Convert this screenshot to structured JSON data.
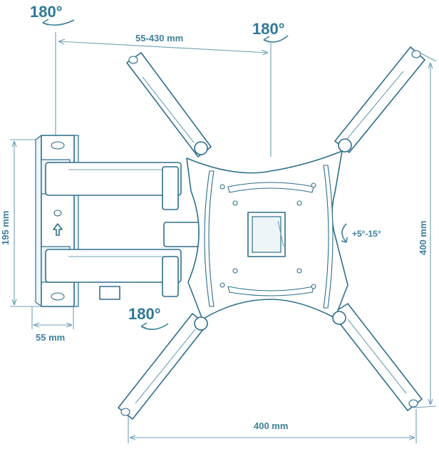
{
  "labels": {
    "rot_top_left": "180°",
    "rot_top_center": "180°",
    "rot_bottom_left": "180°",
    "arm_extension": "55-430 mm",
    "wall_plate_height": "195 mm",
    "wall_plate_depth": "55 mm",
    "vesa_height": "400 mm",
    "vesa_width": "400 mm",
    "tilt_range": "+5°-15°"
  },
  "colors": {
    "outline": "#2d6e8c",
    "dimension_text": "#3f7f9c"
  }
}
